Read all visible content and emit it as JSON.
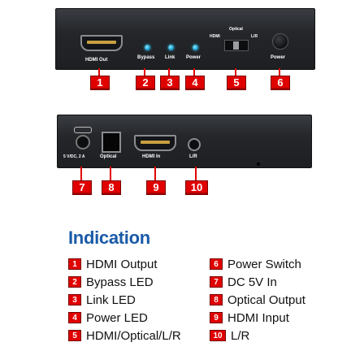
{
  "front_panel": {
    "hdmi_out_label": "HDMI Out",
    "bypass_label": "Bypass",
    "link_label": "Link",
    "power_label": "Power",
    "switch_optical_label": "Optical",
    "switch_hdmi_label": "HDMI",
    "switch_lr_label": "L/R",
    "power_button_label": "Power"
  },
  "rear_panel": {
    "dc_label": "5 V/DC, 2 A",
    "optical_label": "Optical",
    "hdmi_in_label": "HDMI In",
    "lr_label": "L/R"
  },
  "callouts": [
    "1",
    "2",
    "3",
    "4",
    "5",
    "6",
    "7",
    "8",
    "9",
    "10"
  ],
  "indication": {
    "title": "Indication",
    "items_left": [
      {
        "num": "1",
        "text": "HDMI Output"
      },
      {
        "num": "2",
        "text": "Bypass LED"
      },
      {
        "num": "3",
        "text": "Link LED"
      },
      {
        "num": "4",
        "text": "Power LED"
      },
      {
        "num": "5",
        "text": "HDMI/Optical/L/R"
      }
    ],
    "items_right": [
      {
        "num": "6",
        "text": "Power Switch"
      },
      {
        "num": "7",
        "text": "DC 5V In"
      },
      {
        "num": "8",
        "text": "Optical Output"
      },
      {
        "num": "9",
        "text": "HDMI Input"
      },
      {
        "num": "10",
        "text": "L/R"
      }
    ]
  },
  "colors": {
    "badge": "#e00000",
    "title": "#1a5aa8",
    "led": "#1a9fd0"
  }
}
